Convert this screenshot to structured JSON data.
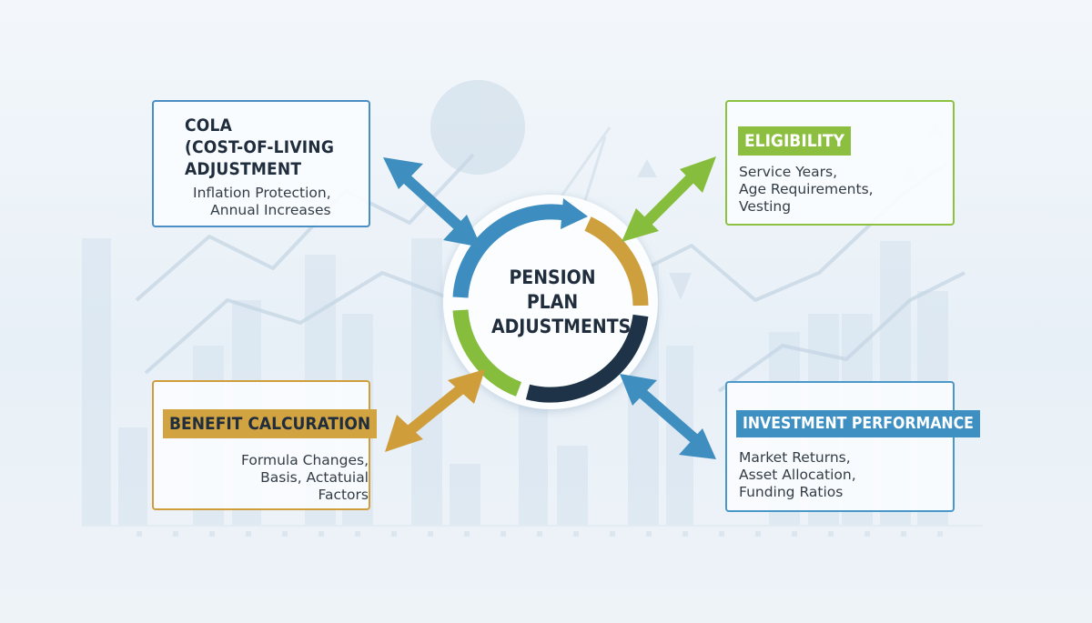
{
  "center": {
    "title": "PENSION\nPLAN\nADJUSTMENTS"
  },
  "boxes": {
    "cola": {
      "title": "COLA\n(COST-OF-LIVING\nADJUSTMENT",
      "body": "Inflation Protection,\nAnnual Increases"
    },
    "eligibility": {
      "title": "ELIGIBILITY",
      "body": "Service Years,\nAge Requirements,\nVesting"
    },
    "benefit": {
      "title": "BENEFIT CALCURATION",
      "body": "Formula Changes,\nBasis, Actatuial Factors"
    },
    "investment": {
      "title": "INVESTMENT PERFORMANCE",
      "body": "Market Returns,\nAsset Allocation,\nFunding Ratios"
    }
  },
  "colors": {
    "blue": "#3f8fc2",
    "green": "#86bd3c",
    "gold": "#cf9d3a",
    "navy": "#1f3346",
    "investment_tag": "#3e8fc2",
    "eligibility_tag": "#8cbf3f",
    "benefit_tag": "#d2a441"
  }
}
